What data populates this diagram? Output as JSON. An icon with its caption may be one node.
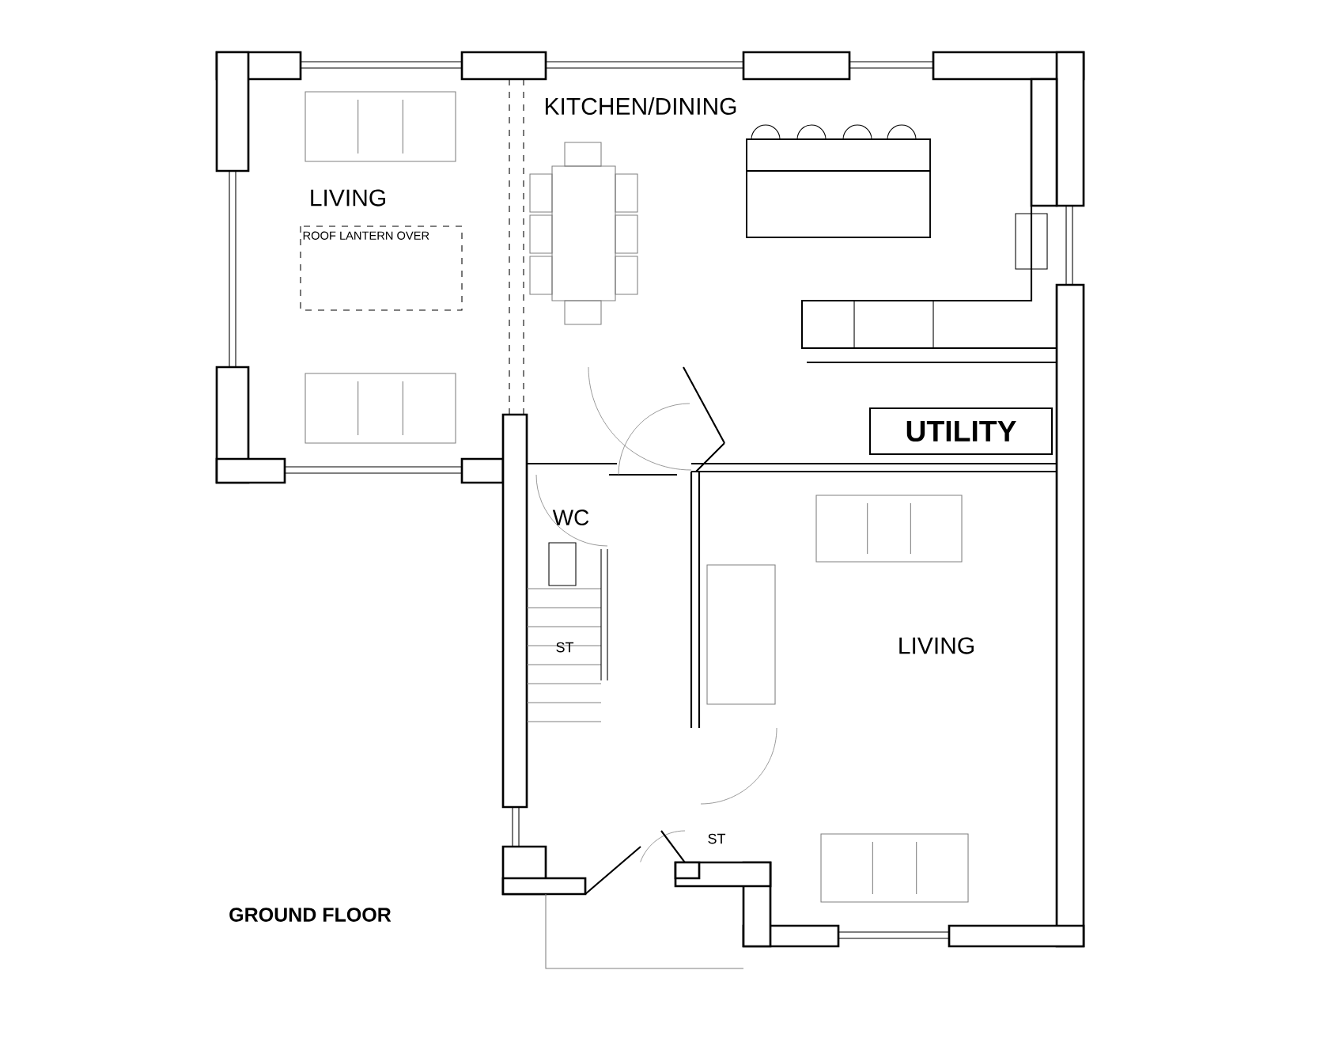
{
  "diagram": {
    "nodes": [
      {
        "text": [
          "ROOF LANTERN OVER"
        ]
      },
      {
        "text": [
          "UTILITY"
        ]
      }
    ],
    "labels": [
      "KITCHEN/DINING",
      "LIVING",
      "WC",
      "ST",
      "LIVING",
      "ST",
      "GROUND FLOOR"
    ]
  }
}
